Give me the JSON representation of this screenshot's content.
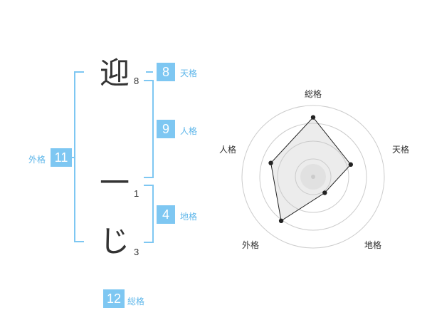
{
  "colors": {
    "accent": "#7ec7f2",
    "box": "#7ec7f2",
    "label": "#5db6ea",
    "text": "#333333"
  },
  "name": {
    "chars": [
      {
        "char": "迎",
        "strokes": "8"
      },
      {
        "char": "一",
        "strokes": "1"
      },
      {
        "char": "じ",
        "strokes": "3"
      }
    ]
  },
  "fortune": {
    "tenkaku": {
      "label": "天格",
      "value": "8"
    },
    "jinkaku": {
      "label": "人格",
      "value": "9"
    },
    "chikaku": {
      "label": "地格",
      "value": "4"
    },
    "gaikaku": {
      "label": "外格",
      "value": "11"
    },
    "soukaku": {
      "label": "総格",
      "value": "12"
    }
  },
  "chart_data": {
    "type": "radar",
    "axes": [
      "総格",
      "天格",
      "地格",
      "外格",
      "人格"
    ],
    "values": [
      12,
      8,
      4,
      11,
      9
    ],
    "rings": 4,
    "grid": true
  }
}
